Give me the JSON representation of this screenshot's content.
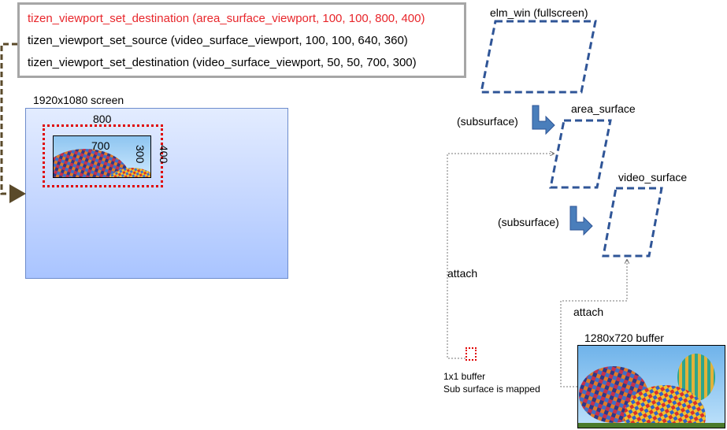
{
  "code_box": {
    "lines": [
      "tizen_viewport_set_destination (area_surface_viewport, 100, 100, 800, 400)",
      "tizen_viewport_set_source (video_surface_viewport, 100, 100, 640, 360)",
      "tizen_viewport_set_destination (video_surface_viewport, 50, 50, 700, 300)"
    ],
    "highlight_color": "#e8262b"
  },
  "screen": {
    "title": "1920x1080 screen",
    "area_width": "800",
    "area_height": "400",
    "video_width": "700",
    "video_height": "300"
  },
  "tree": {
    "elm_win": "elm_win (fullscreen)",
    "area_surface": "area_surface",
    "video_surface": "video_surface",
    "subsurface_1": "(subsurface)",
    "subsurface_2": "(subsurface)",
    "attach_1": "attach",
    "attach_2": "attach",
    "buffer_1x1_line1": "1x1 buffer",
    "buffer_1x1_line2": "Sub surface is mapped",
    "buffer_1280": "1280x720 buffer"
  },
  "colors": {
    "dashed_border": "#2f5597",
    "arrow_fill": "#4a7ebb",
    "connector": "#5a4a2a",
    "dotted_red": "#e00000"
  },
  "icons": [
    "balloon-photo",
    "subsurface-arrow-icon"
  ]
}
